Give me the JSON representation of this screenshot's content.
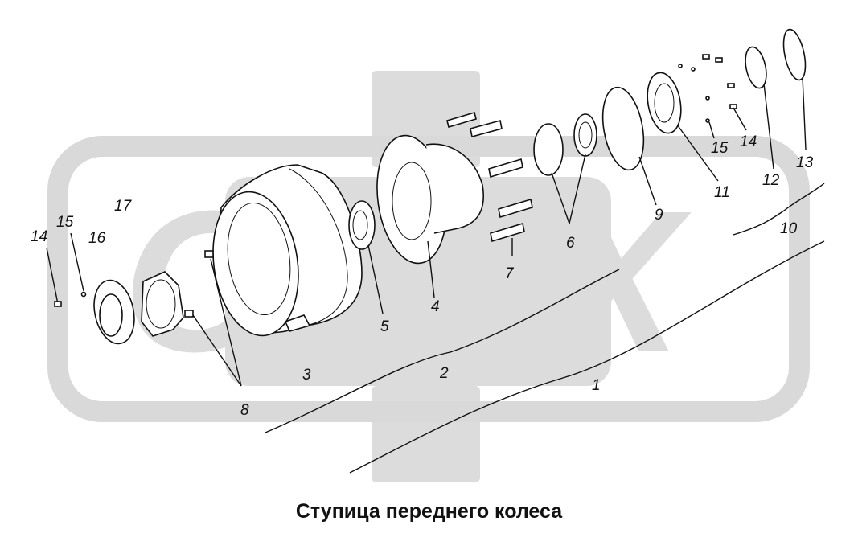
{
  "caption": "Ступица переднего колеса",
  "watermark": {
    "text": "OPEX",
    "color": "#d9d9d9"
  },
  "callouts": [
    "1",
    "2",
    "3",
    "4",
    "5",
    "6",
    "7",
    "8",
    "9",
    "10",
    "11",
    "12",
    "13",
    "14",
    "15",
    "16",
    "17",
    "14",
    "15"
  ]
}
